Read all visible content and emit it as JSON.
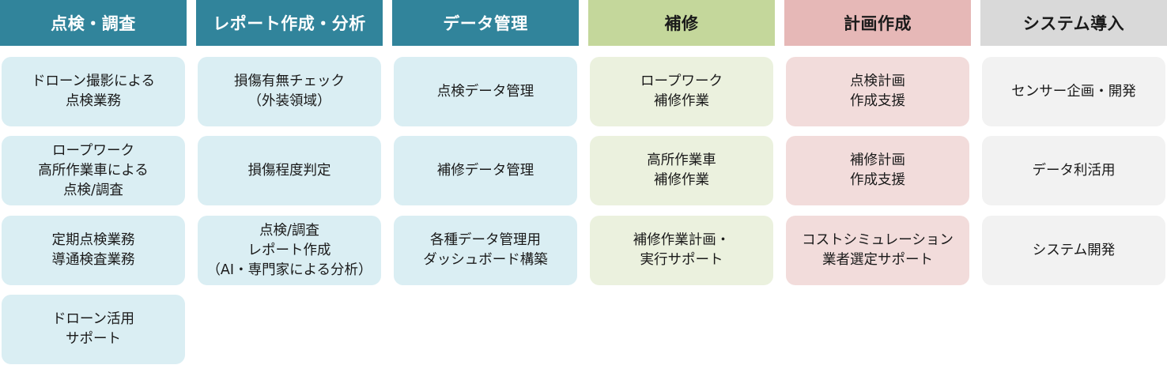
{
  "columns": [
    {
      "header": "点検・調査",
      "header_bg": "#31849B",
      "header_color": "#ffffff",
      "card_bg": "#DAEEF3",
      "cards": [
        "ドローン撮影による\n点検業務",
        "ロープワーク\n高所作業車による\n点検/調査",
        "定期点検業務\n導通検査業務",
        "ドローン活用\nサポート"
      ]
    },
    {
      "header": "レポート作成・分析",
      "header_bg": "#31849B",
      "header_color": "#ffffff",
      "card_bg": "#DAEEF3",
      "cards": [
        "損傷有無チェック\n（外装領域）",
        "損傷程度判定",
        "点検/調査\nレポート作成\n（AI・専門家による分析）"
      ]
    },
    {
      "header": "データ管理",
      "header_bg": "#31849B",
      "header_color": "#ffffff",
      "card_bg": "#DAEEF3",
      "cards": [
        "点検データ管理",
        "補修データ管理",
        "各種データ管理用\nダッシュボード構築"
      ]
    },
    {
      "header": "補修",
      "header_bg": "#C4D79B",
      "header_color": "#1a1a1a",
      "card_bg": "#EBF1DE",
      "cards": [
        "ロープワーク\n補修作業",
        "高所作業車\n補修作業",
        "補修作業計画・\n実行サポート"
      ]
    },
    {
      "header": "計画作成",
      "header_bg": "#E6B8B7",
      "header_color": "#1a1a1a",
      "card_bg": "#F2DCDB",
      "cards": [
        "点検計画\n作成支援",
        "補修計画\n作成支援",
        "コストシミュレーション\n業者選定サポート"
      ]
    },
    {
      "header": "システム導入",
      "header_bg": "#D9D9D9",
      "header_color": "#1a1a1a",
      "card_bg": "#F2F2F2",
      "cards": [
        "センサー企画・開発",
        "データ利活用",
        "システム開発"
      ]
    }
  ]
}
